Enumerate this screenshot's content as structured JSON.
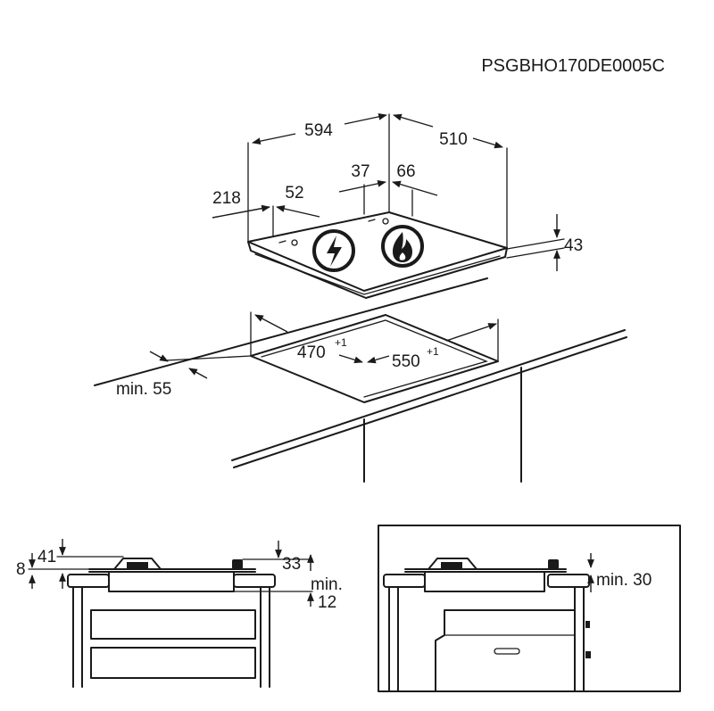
{
  "doc_code": "PSGBHO170DE0005C",
  "hob": {
    "width": "594",
    "depth": "510",
    "height": "43",
    "side_offset": "218",
    "gap_52": "52",
    "gap_37": "37",
    "gap_66": "66"
  },
  "cutout": {
    "depth": "470",
    "depth_tol": "+1",
    "width": "550",
    "width_tol": "+1",
    "min_edge": "min. 55"
  },
  "section_left": {
    "d8": "8",
    "d41": "41",
    "d33": "33",
    "min_label": "min.",
    "min_value": "12"
  },
  "section_right": {
    "min_clear": "min. 30"
  },
  "icons": {
    "electric": "lightning-bolt-icon",
    "gas": "flame-icon"
  }
}
